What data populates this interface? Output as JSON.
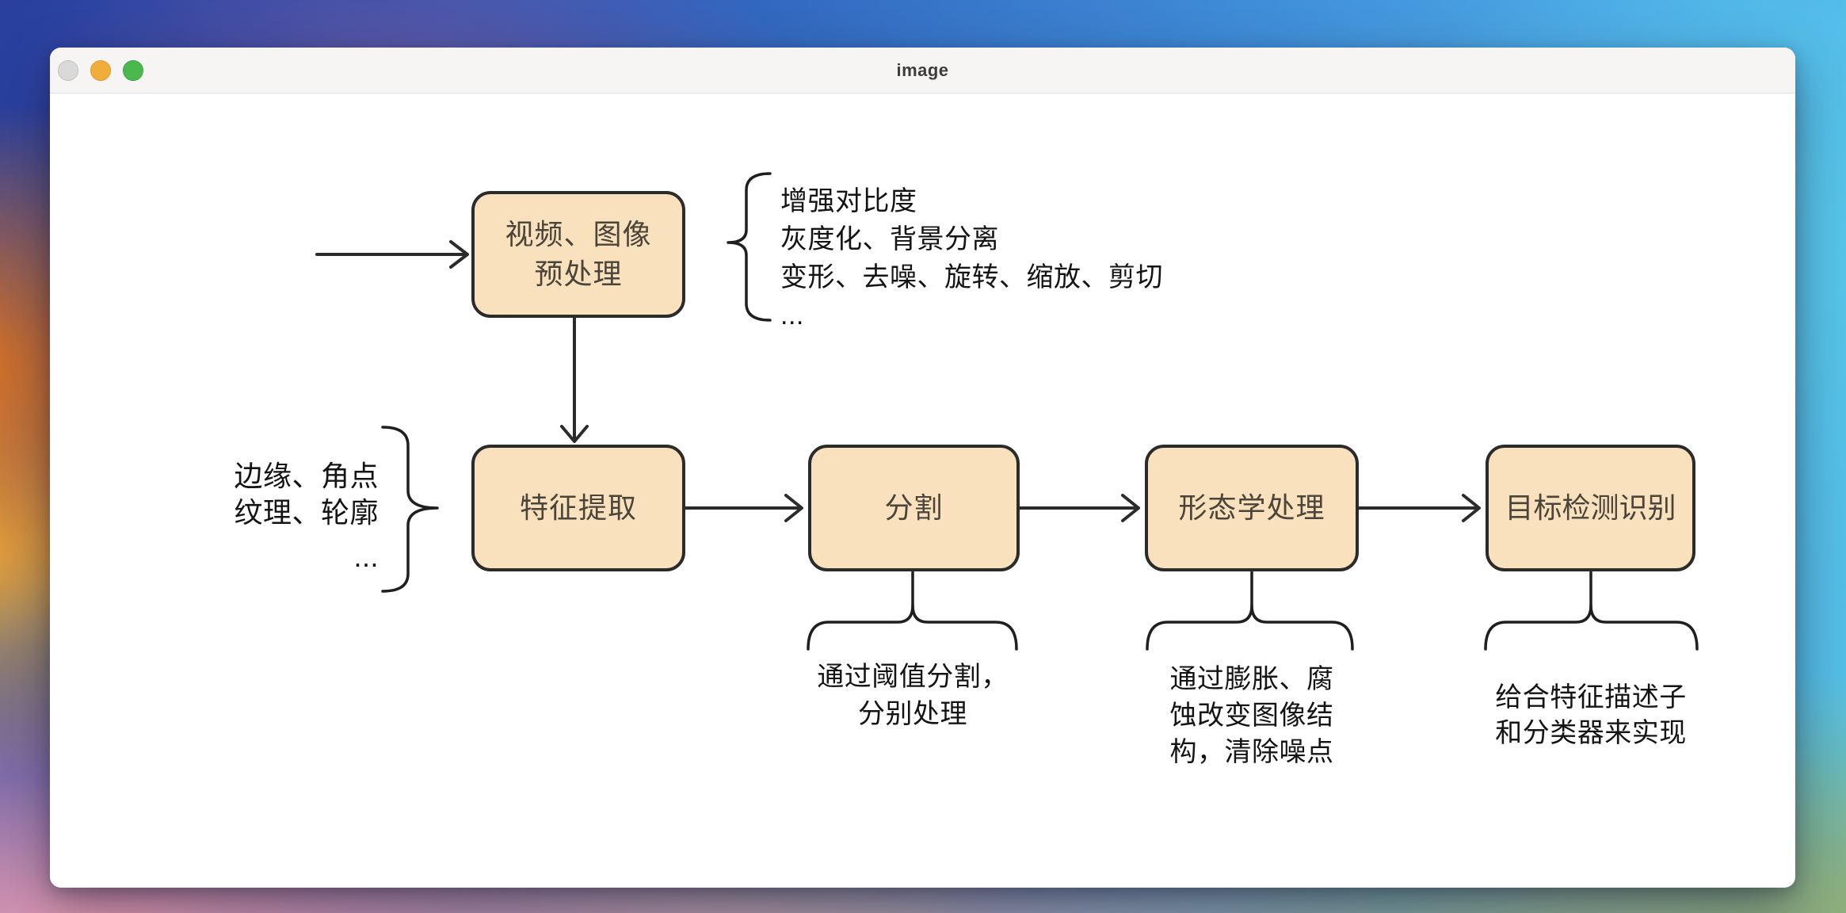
{
  "window": {
    "title": "image",
    "titlebar_color": "#f6f5f3",
    "traffic_lights": {
      "close_color": "#d9d9d9",
      "minimize_color": "#f0ad3a",
      "maximize_color": "#4bb84e"
    }
  },
  "diagram": {
    "colors": {
      "node_fill": "#f8e1bc",
      "node_border": "#2b2b2b",
      "connector": "#2b2b2b",
      "text": "#141414"
    },
    "nodes": [
      {
        "id": "preprocess",
        "lines": [
          "视频、图像",
          "预处理"
        ]
      },
      {
        "id": "feature-extraction",
        "lines": [
          "特征提取"
        ]
      },
      {
        "id": "segmentation",
        "lines": [
          "分割"
        ]
      },
      {
        "id": "morphology",
        "lines": [
          "形态学处理"
        ]
      },
      {
        "id": "detection",
        "lines": [
          "目标检测识别"
        ]
      }
    ],
    "annotations": {
      "preprocess_list": {
        "lines": [
          "增强对比度",
          "灰度化、背景分离",
          "变形、去噪、旋转、缩放、剪切",
          "..."
        ]
      },
      "feature_list": {
        "lines": [
          "边缘、角点",
          "纹理、轮廓",
          "..."
        ]
      },
      "segmentation_note": {
        "lines": [
          "通过阈值分割，",
          "分别处理"
        ]
      },
      "morphology_note": {
        "lines": [
          "通过膨胀、腐",
          "蚀改变图像结",
          "构，清除噪点"
        ]
      },
      "detection_note": {
        "lines": [
          "给合特征描述子",
          "和分类器来实现"
        ]
      }
    }
  }
}
